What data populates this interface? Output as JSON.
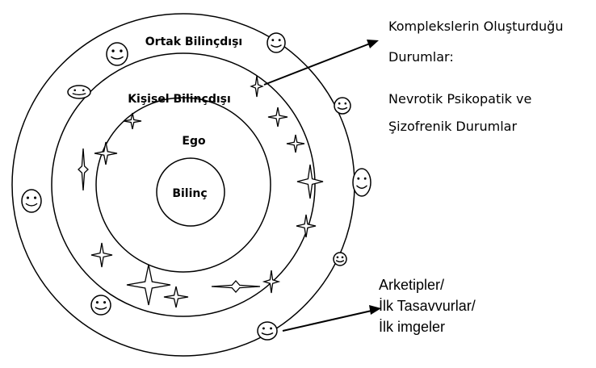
{
  "diagram": {
    "circles": {
      "outer": "Ortak Bilinçdışı",
      "middle": "Kişisel Bilinçdışı",
      "inner": "Ego",
      "core": "Bilinç"
    },
    "annotations": {
      "complexes": {
        "line1": "Komplekslerin Oluşturduğu",
        "line2": "Durumlar:",
        "line3": "Nevrotik Psikopatik ve",
        "line4": "Şizofrenik Durumlar"
      },
      "archetypes": {
        "line1": "Arketipler/",
        "line2": "İlk Tasavvurlar/",
        "line3": "İlk imgeler"
      }
    },
    "icons": {
      "archetype_symbol": "smiley-face-icon",
      "complex_symbol": "four-point-star-icon"
    },
    "colors": {
      "stroke": "#000000",
      "background": "#ffffff"
    }
  }
}
